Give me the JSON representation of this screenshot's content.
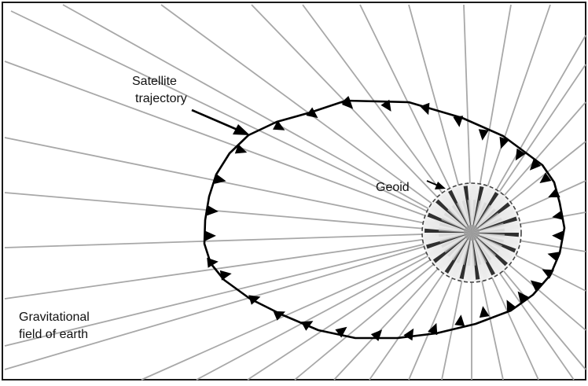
{
  "labels": {
    "satellite_line1": "Satellite",
    "satellite_line2": "trajectory",
    "geoid": "Geoid",
    "field_line1": "Gravitational",
    "field_line2": "field of earth"
  },
  "colors": {
    "field_line": "#a8a8a8",
    "trajectory": "#000000",
    "arrow": "#000000",
    "frame": "#1a1a1a",
    "geoid_light": "#ebebeb",
    "geoid_dark": "#7d7d7d"
  },
  "icons": {
    "arrowheads": "triangle-arrowhead-icon"
  }
}
